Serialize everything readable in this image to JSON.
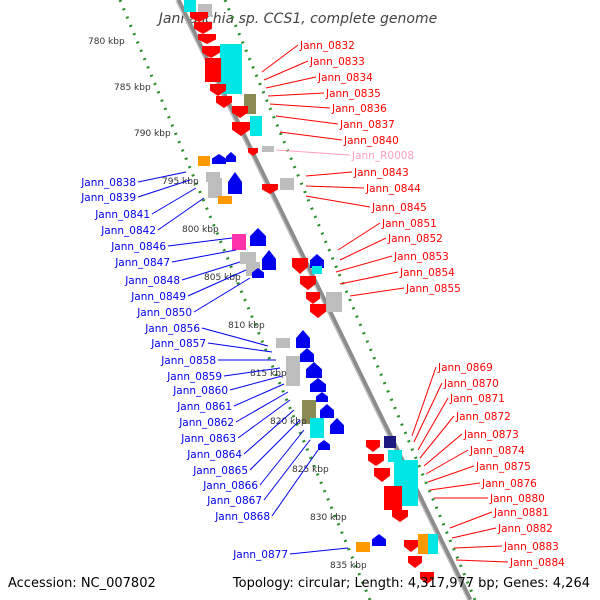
{
  "title": "Jannaschia sp. CCS1, complete genome",
  "footer": {
    "accession": "Accession: NC_007802",
    "stats": "Topology: circular; Length: 4,317,977 bp; Genes: 4,264"
  },
  "colors": {
    "backbone": "#8c8c8c",
    "tick_dots": "#2a8f2a",
    "forward_gene": "#ff0000",
    "reverse_gene": "#0000ee",
    "rna_gene": "#ff9fbf",
    "cds_cyan": "#00e6e6",
    "cds_grey": "#bdbdbd",
    "cds_magenta": "#ff33aa",
    "cds_orange": "#ff9900",
    "cds_navy": "#1a1a80",
    "cds_olive": "#8a8a55"
  },
  "scale_labels": [
    "780 kbp",
    "785 kbp",
    "790 kbp",
    "795 kbp",
    "800 kbp",
    "805 kbp",
    "810 kbp",
    "815 kbp",
    "820 kbp",
    "825 kbp",
    "830 kbp",
    "835 kbp"
  ],
  "right_labels": [
    {
      "text": "Jann_0832",
      "color": "#ff0000"
    },
    {
      "text": "Jann_0833",
      "color": "#ff0000"
    },
    {
      "text": "Jann_0834",
      "color": "#ff0000"
    },
    {
      "text": "Jann_0835",
      "color": "#ff0000"
    },
    {
      "text": "Jann_0836",
      "color": "#ff0000"
    },
    {
      "text": "Jann_0837",
      "color": "#ff0000"
    },
    {
      "text": "Jann_0840",
      "color": "#ff0000"
    },
    {
      "text": "Jann_R0008",
      "color": "#ff9fbf"
    },
    {
      "text": "Jann_0843",
      "color": "#ff0000"
    },
    {
      "text": "Jann_0844",
      "color": "#ff0000"
    },
    {
      "text": "Jann_0845",
      "color": "#ff0000"
    },
    {
      "text": "Jann_0851",
      "color": "#ff0000"
    },
    {
      "text": "Jann_0852",
      "color": "#ff0000"
    },
    {
      "text": "Jann_0853",
      "color": "#ff0000"
    },
    {
      "text": "Jann_0854",
      "color": "#ff0000"
    },
    {
      "text": "Jann_0855",
      "color": "#ff0000"
    },
    {
      "text": "Jann_0869",
      "color": "#ff0000"
    },
    {
      "text": "Jann_0870",
      "color": "#ff0000"
    },
    {
      "text": "Jann_0871",
      "color": "#ff0000"
    },
    {
      "text": "Jann_0872",
      "color": "#ff0000"
    },
    {
      "text": "Jann_0873",
      "color": "#ff0000"
    },
    {
      "text": "Jann_0874",
      "color": "#ff0000"
    },
    {
      "text": "Jann_0875",
      "color": "#ff0000"
    },
    {
      "text": "Jann_0876",
      "color": "#ff0000"
    },
    {
      "text": "Jann_0880",
      "color": "#ff0000"
    },
    {
      "text": "Jann_0881",
      "color": "#ff0000"
    },
    {
      "text": "Jann_0882",
      "color": "#ff0000"
    },
    {
      "text": "Jann_0883",
      "color": "#ff0000"
    },
    {
      "text": "Jann_0884",
      "color": "#ff0000"
    }
  ],
  "left_labels": [
    {
      "text": "Jann_0838",
      "color": "#0000ee"
    },
    {
      "text": "Jann_0839",
      "color": "#0000ee"
    },
    {
      "text": "Jann_0841",
      "color": "#0000ee"
    },
    {
      "text": "Jann_0842",
      "color": "#0000ee"
    },
    {
      "text": "Jann_0846",
      "color": "#0000ee"
    },
    {
      "text": "Jann_0847",
      "color": "#0000ee"
    },
    {
      "text": "Jann_0848",
      "color": "#0000ee"
    },
    {
      "text": "Jann_0849",
      "color": "#0000ee"
    },
    {
      "text": "Jann_0850",
      "color": "#0000ee"
    },
    {
      "text": "Jann_0856",
      "color": "#0000ee"
    },
    {
      "text": "Jann_0857",
      "color": "#0000ee"
    },
    {
      "text": "Jann_0858",
      "color": "#0000ee"
    },
    {
      "text": "Jann_0859",
      "color": "#0000ee"
    },
    {
      "text": "Jann_0860",
      "color": "#0000ee"
    },
    {
      "text": "Jann_0861",
      "color": "#0000ee"
    },
    {
      "text": "Jann_0862",
      "color": "#0000ee"
    },
    {
      "text": "Jann_0863",
      "color": "#0000ee"
    },
    {
      "text": "Jann_0864",
      "color": "#0000ee"
    },
    {
      "text": "Jann_0865",
      "color": "#0000ee"
    },
    {
      "text": "Jann_0866",
      "color": "#0000ee"
    },
    {
      "text": "Jann_0867",
      "color": "#0000ee"
    },
    {
      "text": "Jann_0868",
      "color": "#0000ee"
    },
    {
      "text": "Jann_0877",
      "color": "#0000ee"
    }
  ]
}
